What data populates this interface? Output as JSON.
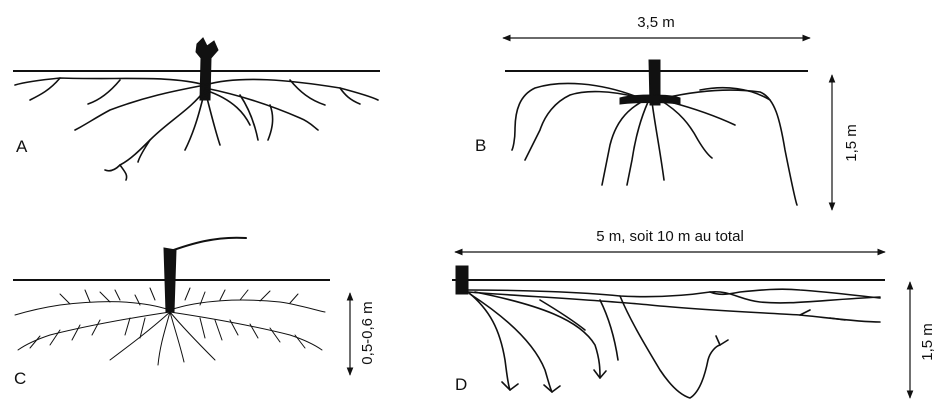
{
  "panels": [
    {
      "letter": "A"
    },
    {
      "letter": "B",
      "width_label": "3,5 m",
      "depth_label": "1,5 m"
    },
    {
      "letter": "C",
      "depth_label": "0,5-0,6 m"
    },
    {
      "letter": "D",
      "width_label": "5 m, soit 10 m au total",
      "depth_label": "1,5 m"
    }
  ]
}
